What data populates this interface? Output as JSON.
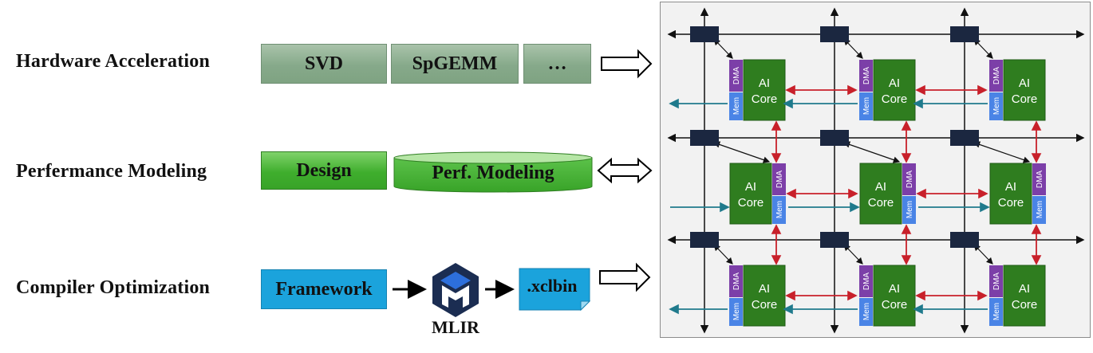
{
  "rows": {
    "hardware": {
      "label": "Hardware Acceleration",
      "boxes": [
        "SVD",
        "SpGEMM",
        "…"
      ]
    },
    "performance": {
      "label": "Perfermance Modeling",
      "design": "Design",
      "perf_modeling": "Perf. Modeling"
    },
    "compiler": {
      "label": "Compiler Optimization",
      "framework": "Framework",
      "mlir": "MLIR",
      "xclbin": ".xclbin"
    }
  },
  "tile": {
    "core_line1": "AI",
    "core_line2": "Core",
    "dma": "DMA",
    "mem": "Mem"
  },
  "colors": {
    "gray_box": "#86a98a",
    "green_box": "#3fae2d",
    "blue_box": "#1ba3dc",
    "core": "#2f7d1f",
    "dma": "#7c3fa8",
    "mem": "#4a84e6",
    "switch": "#1b2740",
    "data_arrow": "#c8202a",
    "stream_arrow": "#1f7a8c"
  }
}
